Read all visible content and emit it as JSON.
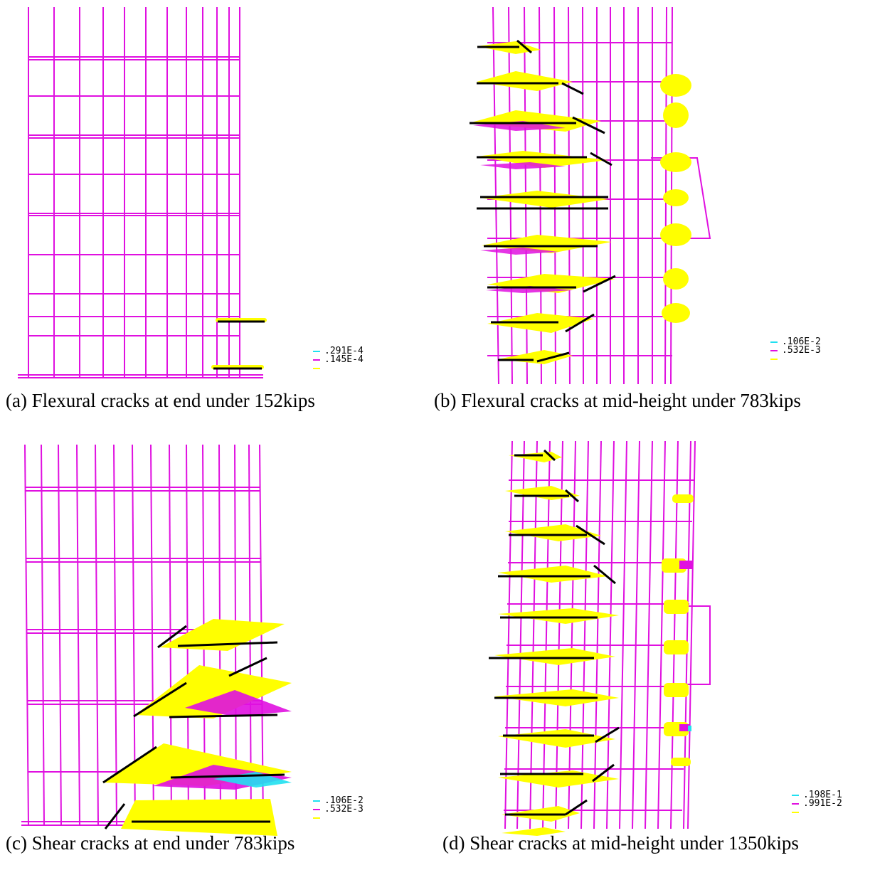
{
  "colors": {
    "mesh": "#e010e0",
    "crack_tension": "#ffff00",
    "crack_closed": "#000000",
    "legend_high": "#20e0f0",
    "legend_mid": "#e010e0",
    "legend_low": "#ffff00"
  },
  "panels": [
    {
      "caption": "(a) Flexural cracks at end under 152kips",
      "legend": [
        ".291E-4",
        ".145E-4"
      ]
    },
    {
      "caption": "(b) Flexural cracks at mid-height under 783kips",
      "legend": [
        ".106E-2",
        ".532E-3"
      ]
    },
    {
      "caption": "(c) Shear cracks at end under 783kips",
      "legend": [
        ".106E-2",
        ".532E-3"
      ]
    },
    {
      "caption": "(d) Shear cracks at mid-height under 1350kips",
      "legend": [
        ".198E-1",
        ".991E-2"
      ]
    }
  ]
}
